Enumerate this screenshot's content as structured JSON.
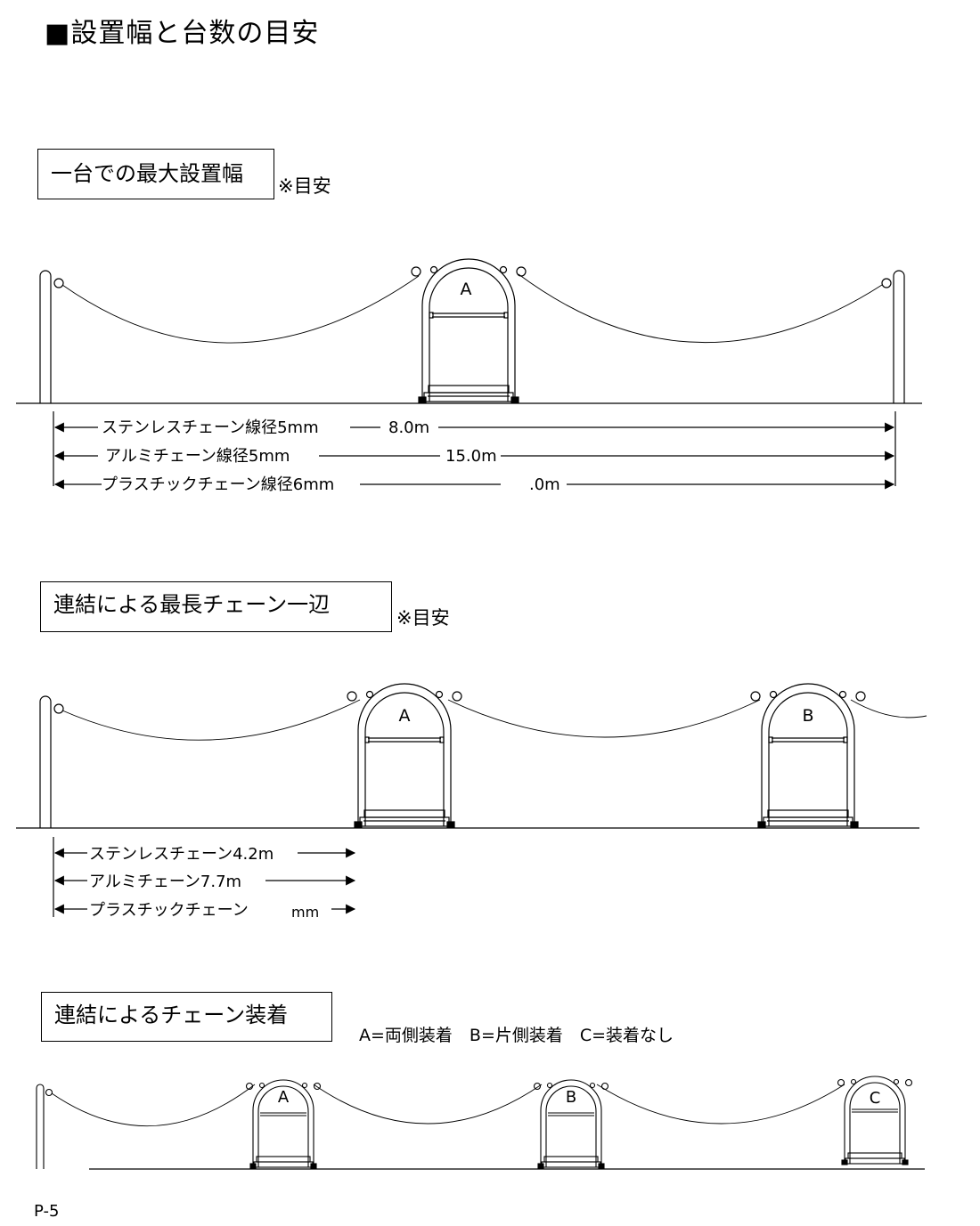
{
  "page": {
    "title": "■設置幅と台数の目安",
    "page_number": "P-5"
  },
  "section1": {
    "label": "一台での最大設置幅",
    "note": "※目安",
    "stand_letter": "A",
    "dims": [
      {
        "text": "ステンレスチェーン線径5mm",
        "value": "8.0m"
      },
      {
        "text": "アルミチェーン線径5mm",
        "value": "15.0m"
      },
      {
        "text": "プラスチックチェーン線径6mm",
        "value": ".0m"
      }
    ]
  },
  "section2": {
    "label": "連結による最長チェーン一辺",
    "note": "※目安",
    "stand_letters": [
      "A",
      "B"
    ],
    "dims": [
      {
        "text": "ステンレスチェーン4.2m"
      },
      {
        "text": "アルミチェーン7.7m"
      },
      {
        "text": "プラスチックチェーン",
        "value": "mm"
      }
    ]
  },
  "section3": {
    "label": "連結によるチェーン装着",
    "legend": "A=両側装着　B=片側装着　C=装着なし",
    "stand_letters": [
      "A",
      "B",
      "C"
    ]
  }
}
